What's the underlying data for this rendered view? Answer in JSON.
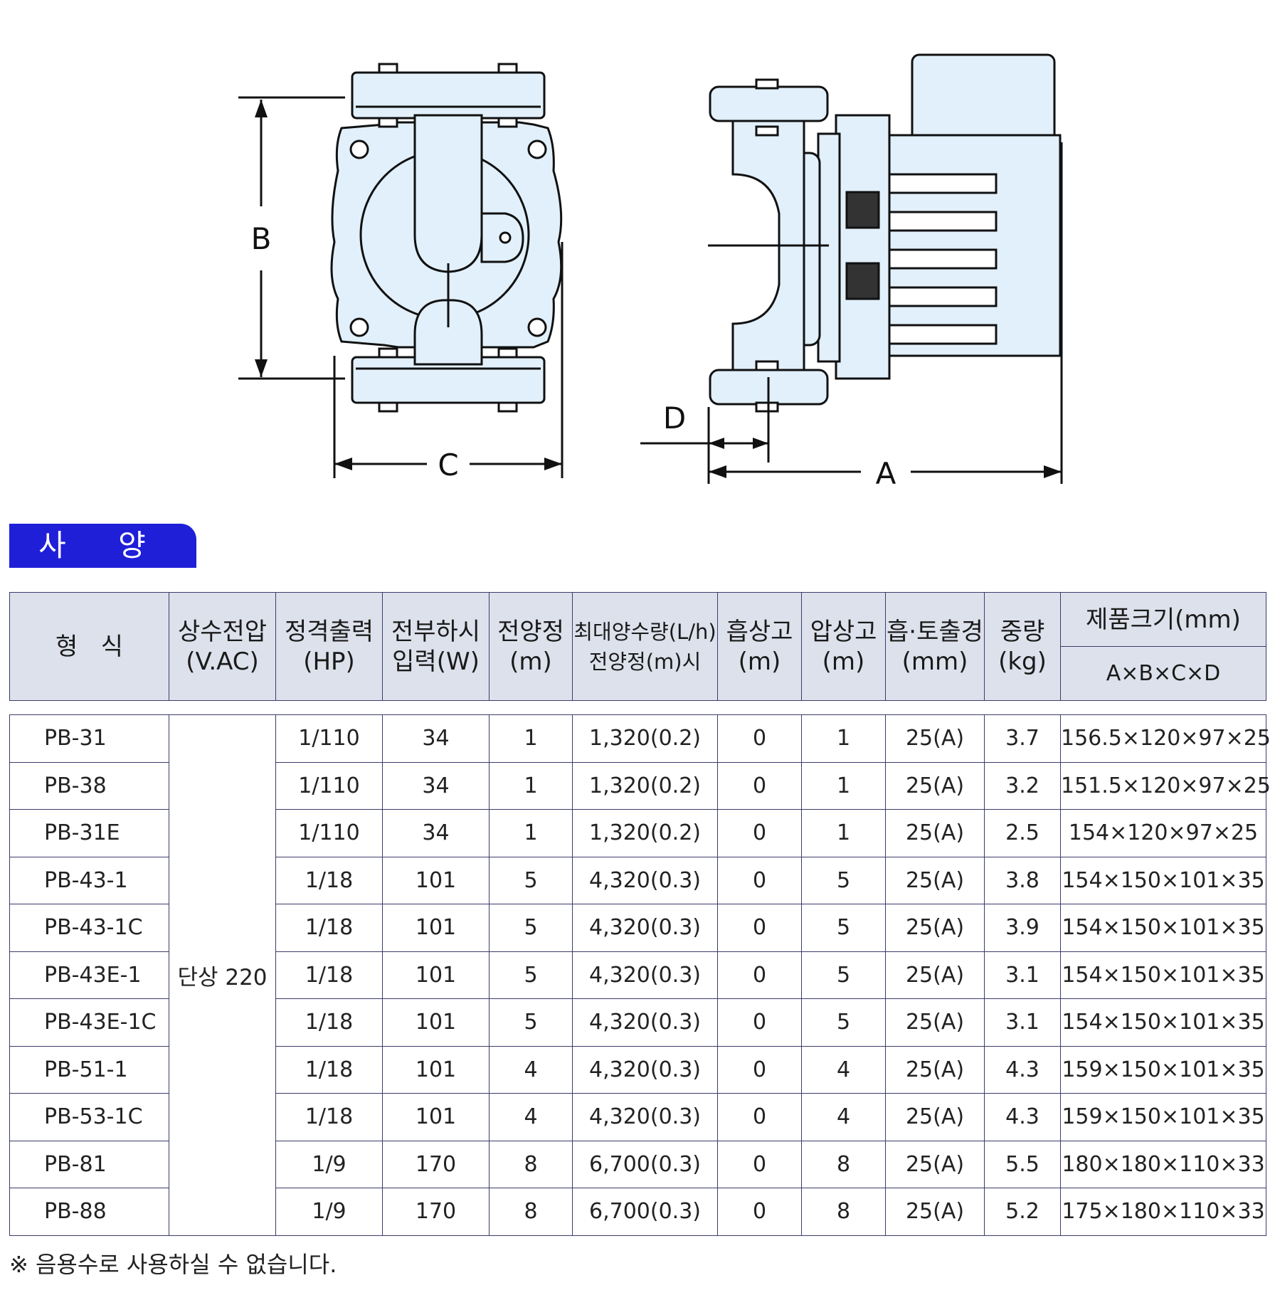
{
  "dimensions": {
    "a": "A",
    "b": "B",
    "c": "C",
    "d": "D"
  },
  "section_title": "사 양",
  "table": {
    "headers": {
      "model": "형   식",
      "voltage": [
        "상수전압",
        "(V.AC)"
      ],
      "rated_output": [
        "정격출력",
        "(HP)"
      ],
      "full_load_input": [
        "전부하시",
        "입력(W)"
      ],
      "total_head": [
        "전양정",
        "(m)"
      ],
      "max_flow": [
        "최대양수량(L/h)",
        "전양정(m)시"
      ],
      "suction_head": [
        "흡상고",
        "(m)"
      ],
      "pressure_head": [
        "압상고",
        "(m)"
      ],
      "port_diameter": [
        "흡·토출경",
        "(mm)"
      ],
      "weight": [
        "중량",
        "(kg)"
      ],
      "size": "제품크기(mm)",
      "size_sub": "A×B×C×D"
    },
    "voltage_value": "단상 220",
    "rows": [
      [
        "PB-31",
        "1/110",
        "34",
        "1",
        "1,320(0.2)",
        "0",
        "1",
        "25(A)",
        "3.7",
        "156.5×120×97×25"
      ],
      [
        "PB-38",
        "1/110",
        "34",
        "1",
        "1,320(0.2)",
        "0",
        "1",
        "25(A)",
        "3.2",
        "151.5×120×97×25"
      ],
      [
        "PB-31E",
        "1/110",
        "34",
        "1",
        "1,320(0.2)",
        "0",
        "1",
        "25(A)",
        "2.5",
        "154×120×97×25"
      ],
      [
        "PB-43-1",
        "1/18",
        "101",
        "5",
        "4,320(0.3)",
        "0",
        "5",
        "25(A)",
        "3.8",
        "154×150×101×35"
      ],
      [
        "PB-43-1C",
        "1/18",
        "101",
        "5",
        "4,320(0.3)",
        "0",
        "5",
        "25(A)",
        "3.9",
        "154×150×101×35"
      ],
      [
        "PB-43E-1",
        "1/18",
        "101",
        "5",
        "4,320(0.3)",
        "0",
        "5",
        "25(A)",
        "3.1",
        "154×150×101×35"
      ],
      [
        "PB-43E-1C",
        "1/18",
        "101",
        "5",
        "4,320(0.3)",
        "0",
        "5",
        "25(A)",
        "3.1",
        "154×150×101×35"
      ],
      [
        "PB-51-1",
        "1/18",
        "101",
        "4",
        "4,320(0.3)",
        "0",
        "4",
        "25(A)",
        "4.3",
        "159×150×101×35"
      ],
      [
        "PB-53-1C",
        "1/18",
        "101",
        "4",
        "4,320(0.3)",
        "0",
        "4",
        "25(A)",
        "4.3",
        "159×150×101×35"
      ],
      [
        "PB-81",
        "1/9",
        "170",
        "8",
        "6,700(0.3)",
        "0",
        "8",
        "25(A)",
        "5.5",
        "180×180×110×33"
      ],
      [
        "PB-88",
        "1/9",
        "170",
        "8",
        "6,700(0.3)",
        "0",
        "8",
        "25(A)",
        "5.2",
        "175×180×110×33"
      ]
    ]
  },
  "footnote": "※ 음용수로 사용하실 수 없습니다.",
  "colors": {
    "accent": "#1f1fd8",
    "header_bg": "#dde1ec",
    "pump_fill": "#e1f0fa"
  }
}
